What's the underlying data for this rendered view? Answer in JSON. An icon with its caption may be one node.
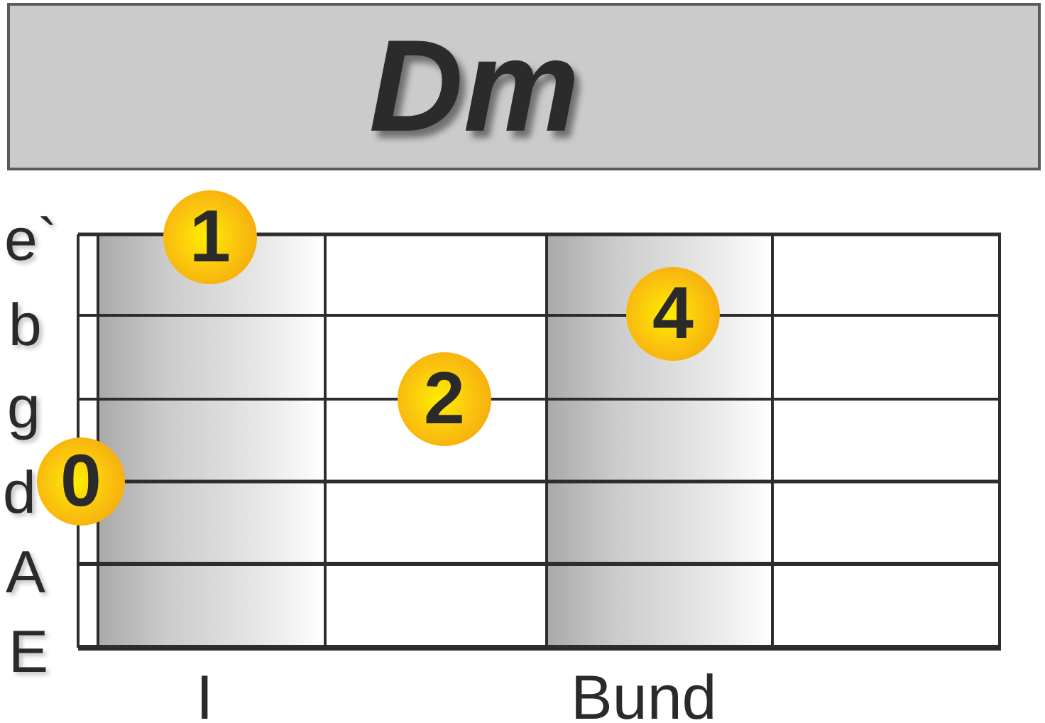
{
  "diagram": {
    "nodes": [
      {
        "text": [
          "Dm"
        ]
      },
      {
        "text": [
          "1"
        ]
      },
      {
        "text": [
          "0"
        ]
      },
      {
        "text": [
          "2"
        ]
      },
      {
        "text": [
          "4"
        ]
      }
    ],
    "labels": [
      "e`",
      "b",
      "g",
      "d",
      "A",
      "E",
      "I",
      "Bund"
    ]
  }
}
